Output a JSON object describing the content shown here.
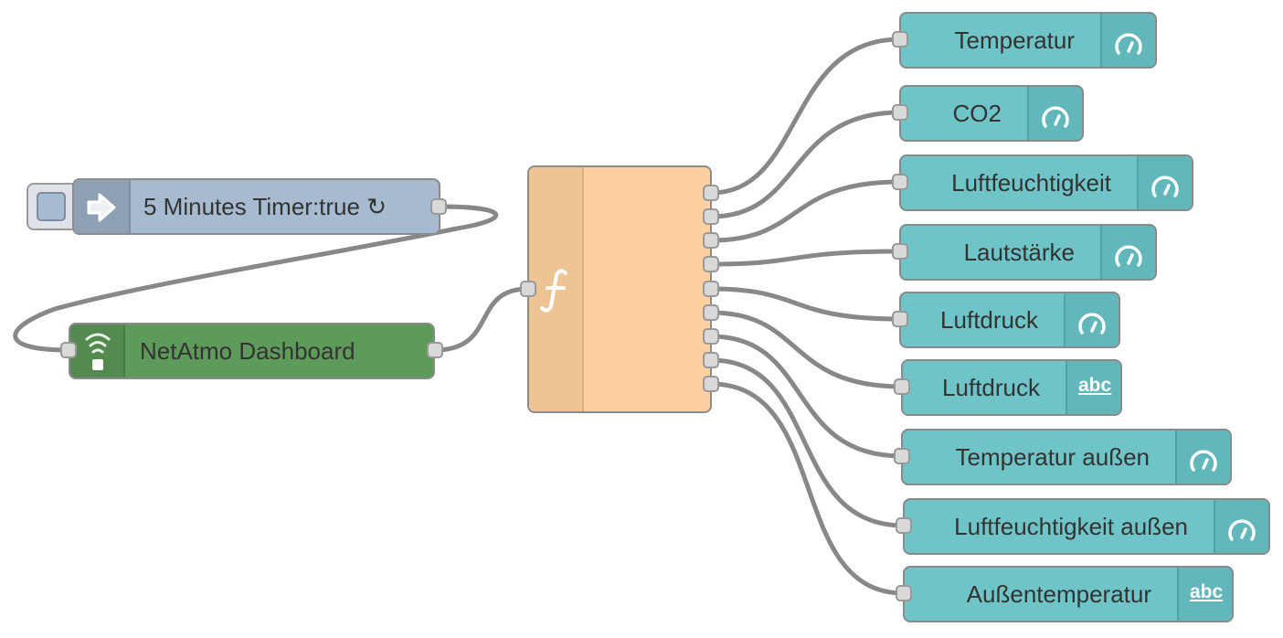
{
  "inject": {
    "label": "5 Minutes Timer:true ↻"
  },
  "netatmo": {
    "label": "NetAtmo Dashboard"
  },
  "function": {
    "icon": "function-f-icon"
  },
  "outputs": [
    {
      "label": "Temperatur",
      "icon": "gauge-icon"
    },
    {
      "label": "CO2",
      "icon": "gauge-icon"
    },
    {
      "label": "Luftfeuchtigkeit",
      "icon": "gauge-icon"
    },
    {
      "label": "Lautstärke",
      "icon": "gauge-icon"
    },
    {
      "label": "Luftdruck",
      "icon": "gauge-icon"
    },
    {
      "label": "Luftdruck",
      "icon": "abc-text-icon",
      "icon_text": "abc"
    },
    {
      "label": "Temperatur außen",
      "icon": "gauge-icon"
    },
    {
      "label": "Luftfeuchtigkeit außen",
      "icon": "gauge-icon"
    },
    {
      "label": "Außentemperatur",
      "icon": "abc-text-icon",
      "icon_text": "abc"
    }
  ],
  "colors": {
    "inject": "#a6bbcf",
    "netatmo": "#5e9a59",
    "function": "#fdd0a2",
    "dashboard": "#6ec4c7",
    "wire": "#888888"
  }
}
